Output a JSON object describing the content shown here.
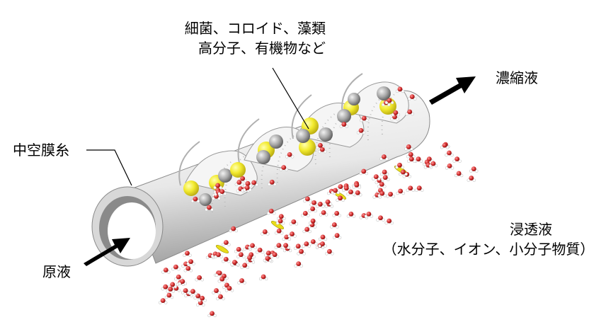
{
  "labels": {
    "contaminants_line1": "細菌、コロイド、藻類",
    "contaminants_line2": "高分子、有機物など",
    "concentrate": "濃縮液",
    "fiber": "中空膜糸",
    "permeate_line1": "浸透液",
    "permeate_line2": "（水分子、イオン、小分子物質）",
    "raw": "原液"
  },
  "icons": [
    "arrow-in-icon",
    "arrow-out-icon"
  ],
  "colors": {
    "tube": "#e6e6e6",
    "tube_shadow": "#9a9a9a",
    "particle_yellow": "#f2ea2e",
    "particle_gray": "#a8a8a8",
    "oxygen_red": "#d12a2a",
    "hydrogen_white": "#ffffff",
    "arrow": "#000000"
  }
}
